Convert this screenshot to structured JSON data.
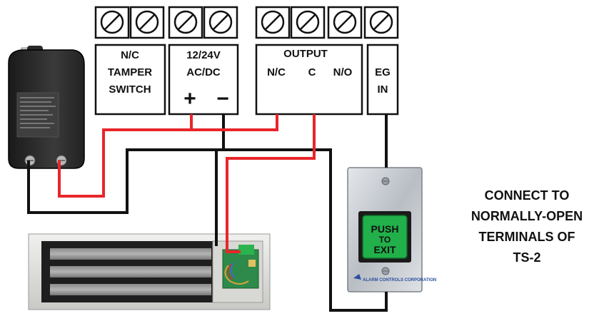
{
  "terminal_blocks": {
    "tamper": {
      "lines": [
        "N/C",
        "TAMPER",
        "SWITCH"
      ]
    },
    "power": {
      "lines": [
        "12/24V",
        "AC/DC"
      ],
      "plus": "+",
      "minus": "−"
    },
    "output": {
      "title": "OUTPUT",
      "nc": "N/C",
      "c": "C",
      "no": "N/O"
    },
    "eg": {
      "lines": [
        "EG",
        "IN"
      ]
    }
  },
  "exit_button": {
    "lines": [
      "PUSH",
      "TO",
      "EXIT"
    ],
    "maker": "ALARM CONTROLS CORPORATION"
  },
  "note": {
    "lines": [
      "CONNECT TO",
      "NORMALLY-OPEN",
      "TERMINALS OF",
      "TS-2"
    ]
  },
  "colors": {
    "positive_wire": "#e8262b",
    "negative_wire": "#111111",
    "button_green": "#1faa3f",
    "plate": "#c7ccd2"
  }
}
